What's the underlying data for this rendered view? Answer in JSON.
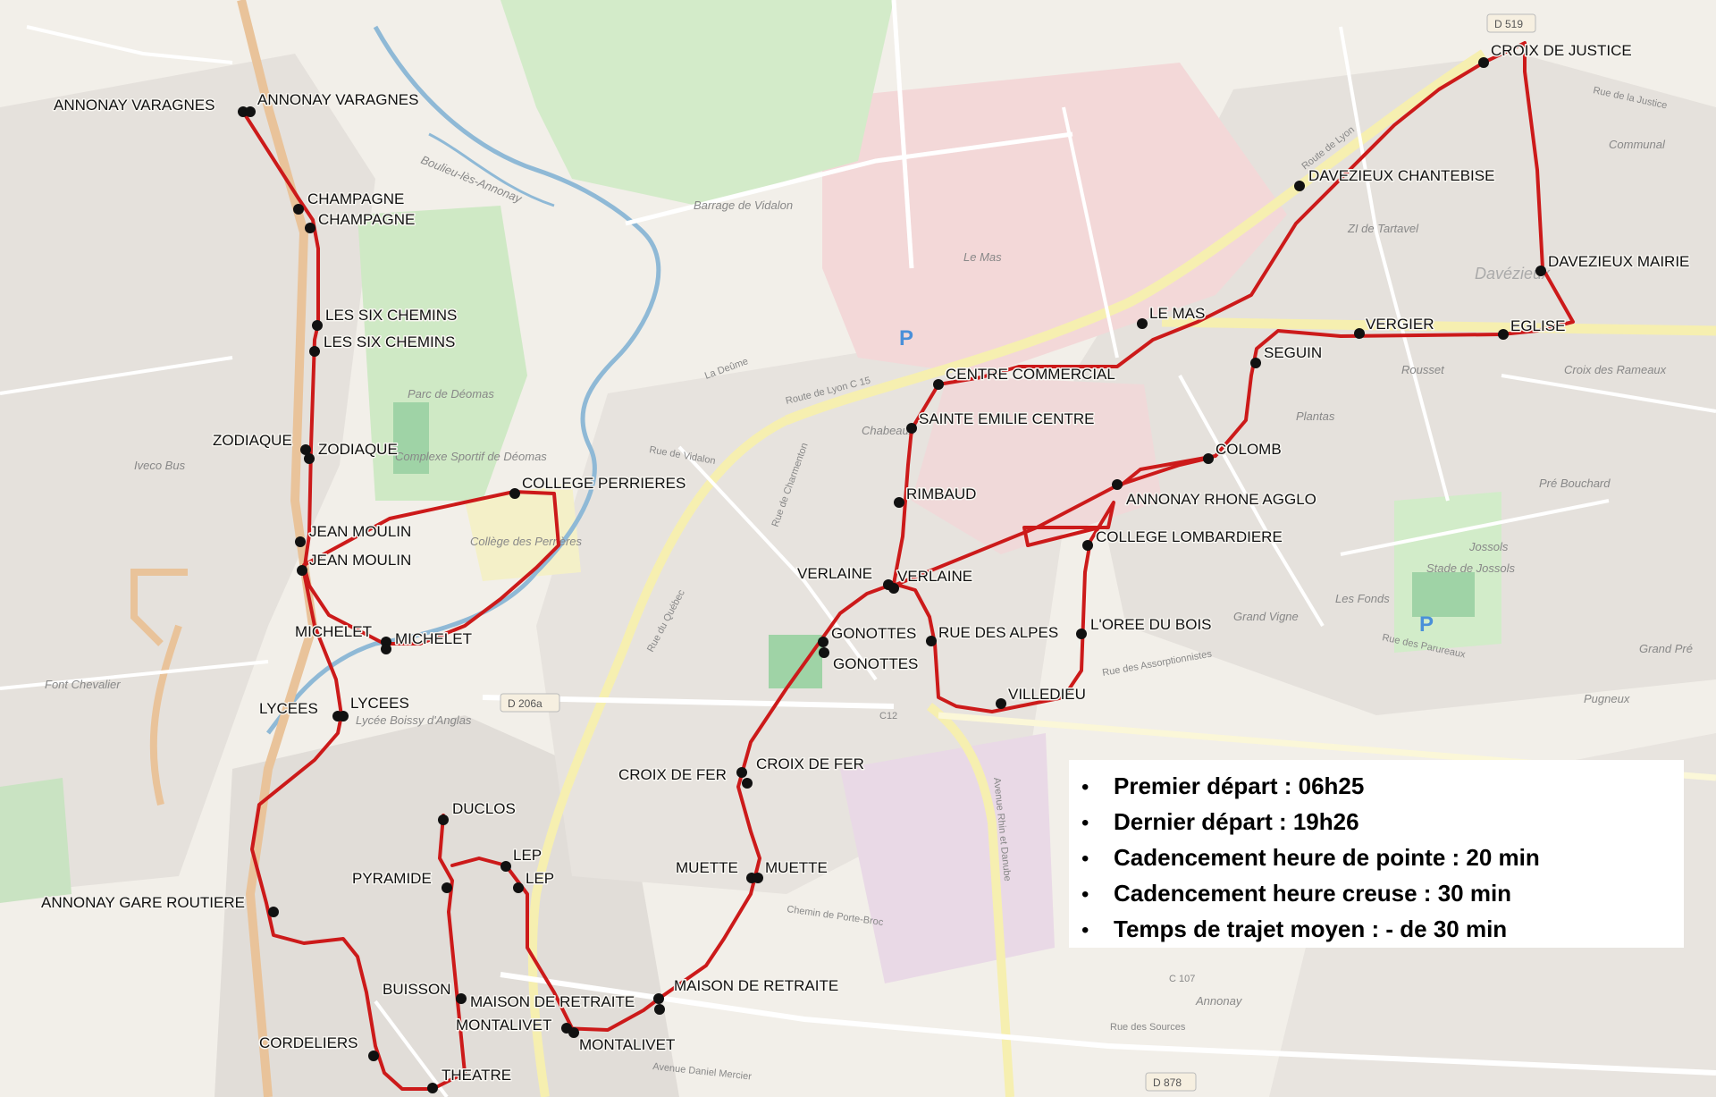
{
  "map": {
    "stops": [
      {
        "id": "annonay-varagnes-1",
        "label": "ANNONAY VARAGNES"
      },
      {
        "id": "annonay-varagnes-2",
        "label": "ANNONAY VARAGNES"
      },
      {
        "id": "champagne-1",
        "label": "CHAMPAGNE"
      },
      {
        "id": "champagne-2",
        "label": "CHAMPAGNE"
      },
      {
        "id": "les-six-chemins-1",
        "label": "LES SIX CHEMINS"
      },
      {
        "id": "les-six-chemins-2",
        "label": "LES SIX CHEMINS"
      },
      {
        "id": "zodiaque-1",
        "label": "ZODIAQUE"
      },
      {
        "id": "zodiaque-2",
        "label": "ZODIAQUE"
      },
      {
        "id": "college-perrieres",
        "label": "COLLEGE PERRIERES"
      },
      {
        "id": "jean-moulin-1",
        "label": "JEAN MOULIN"
      },
      {
        "id": "jean-moulin-2",
        "label": "JEAN MOULIN"
      },
      {
        "id": "michelet-1",
        "label": "MICHELET"
      },
      {
        "id": "michelet-2",
        "label": "MICHELET"
      },
      {
        "id": "lycees-1",
        "label": "LYCEES"
      },
      {
        "id": "lycees-2",
        "label": "LYCEES"
      },
      {
        "id": "duclos",
        "label": "DUCLOS"
      },
      {
        "id": "lep-1",
        "label": "LEP"
      },
      {
        "id": "lep-2",
        "label": "LEP"
      },
      {
        "id": "pyramide",
        "label": "PYRAMIDE"
      },
      {
        "id": "annonay-gare-routiere",
        "label": "ANNONAY GARE ROUTIERE"
      },
      {
        "id": "buisson",
        "label": "BUISSON"
      },
      {
        "id": "maison-de-retraite-1",
        "label": "MAISON DE RETRAITE"
      },
      {
        "id": "maison-de-retraite-2",
        "label": "MAISON DE RETRAITE"
      },
      {
        "id": "montalivet-1",
        "label": "MONTALIVET"
      },
      {
        "id": "montalivet-2",
        "label": "MONTALIVET"
      },
      {
        "id": "cordeliers",
        "label": "CORDELIERS"
      },
      {
        "id": "theatre",
        "label": "THEATRE"
      },
      {
        "id": "muette-1",
        "label": "MUETTE"
      },
      {
        "id": "muette-2",
        "label": "MUETTE"
      },
      {
        "id": "croix-de-fer-1",
        "label": "CROIX DE FER"
      },
      {
        "id": "croix-de-fer-2",
        "label": "CROIX DE FER"
      },
      {
        "id": "gonottes-1",
        "label": "GONOTTES"
      },
      {
        "id": "gonottes-2",
        "label": "GONOTTES"
      },
      {
        "id": "verlaine-1",
        "label": "VERLAINE"
      },
      {
        "id": "verlaine-2",
        "label": "VERLAINE"
      },
      {
        "id": "rue-des-alpes",
        "label": "RUE DES ALPES"
      },
      {
        "id": "villedieu",
        "label": "VILLEDIEU"
      },
      {
        "id": "oree-du-bois",
        "label": "L'OREE DU BOIS"
      },
      {
        "id": "college-lombardiere",
        "label": "COLLEGE LOMBARDIERE"
      },
      {
        "id": "annonay-rhone-agglo",
        "label": "ANNONAY RHONE AGGLO"
      },
      {
        "id": "colomb",
        "label": "COLOMB"
      },
      {
        "id": "seguin",
        "label": "SEGUIN"
      },
      {
        "id": "vergier",
        "label": "VERGIER"
      },
      {
        "id": "eglise",
        "label": "EGLISE"
      },
      {
        "id": "davezieux-mairie",
        "label": "DAVEZIEUX MAIRIE"
      },
      {
        "id": "croix-de-justice",
        "label": "CROIX DE JUSTICE"
      },
      {
        "id": "davezieux-chantebise",
        "label": "DAVEZIEUX CHANTEBISE"
      },
      {
        "id": "le-mas",
        "label": "LE MAS"
      },
      {
        "id": "centre-commercial",
        "label": "CENTRE COMMERCIAL"
      },
      {
        "id": "sainte-emilie-centre",
        "label": "SAINTE EMILIE CENTRE"
      },
      {
        "id": "rimbaud",
        "label": "RIMBAUD"
      }
    ],
    "places": {
      "iveco": "Iveco Bus",
      "font_chevalier": "Font Chevalier",
      "parc_deomas": "Parc de Déomas",
      "complexe": "Complexe Sportif de Déomas",
      "college_perrieres_area": "Collège des Perrières",
      "lycee": "Lycée Boissy d'Anglas",
      "barrage": "Barrage de Vidalon",
      "le_mas_place": "Le Mas",
      "chabeaux": "Chabeaux",
      "zi_tartavel": "ZI de Tartavel",
      "davezieux": "Davézieux",
      "rousset": "Rousset",
      "plantas": "Plantas",
      "croix_rameaux": "Croix des Rameaux",
      "pre_bouchard": "Pré Bouchard",
      "jossols": "Jossols",
      "stade_jossols": "Stade de Jossols",
      "les_fonds": "Les Fonds",
      "grand_vigne": "Grand Vigne",
      "grand_pre": "Grand Pré",
      "pugneux": "Pugneux",
      "communal": "Communal",
      "annonay_town": "Annonay",
      "boulieu": "Boulieu-lès-Annonay"
    },
    "roads": {
      "d519": "D 519",
      "d206a": "D 206a",
      "d878": "D 878",
      "c12": "C12",
      "c107": "C 107",
      "route_lyon": "Route de Lyon",
      "route_lyon_c15": "Route de Lyon C 15",
      "rue_du_quebec": "Rue du Québec",
      "avenue_rhin_danube": "Avenue Rhin et Danube",
      "avenue_daniel_mercier": "Avenue Daniel Mercier",
      "rue_des_sources": "Rue des Sources",
      "rue_de_vidalon": "Rue de Vidalon",
      "rue_de_la_justice": "Rue de la Justice",
      "rue_des_assorptionnistes": "Rue des Assorptionnistes",
      "rue_des_parureaux": "Rue des Parureaux",
      "chemin_de_porte_broc": "Chemin de Porte-Broc",
      "rue_de_charmenton": "Rue de Charmenton",
      "la_deume": "La Deûme"
    }
  },
  "info_box": {
    "items": [
      "Premier départ  : 06h25",
      "Dernier départ : 19h26",
      "Cadencement heure de pointe : 20 min",
      "Cadencement heure creuse : 30 min",
      "Temps de trajet moyen : - de 30 min"
    ],
    "bullet": "•"
  },
  "colors": {
    "route": "#cc1a1a",
    "stop": "#111111",
    "background": "#f2efe9",
    "residential": "#e4e0dc",
    "industrial": "#f3d6d6",
    "park": "#cde9c8",
    "water": "#8fb9d6",
    "main_road": "#f7f1b5"
  }
}
